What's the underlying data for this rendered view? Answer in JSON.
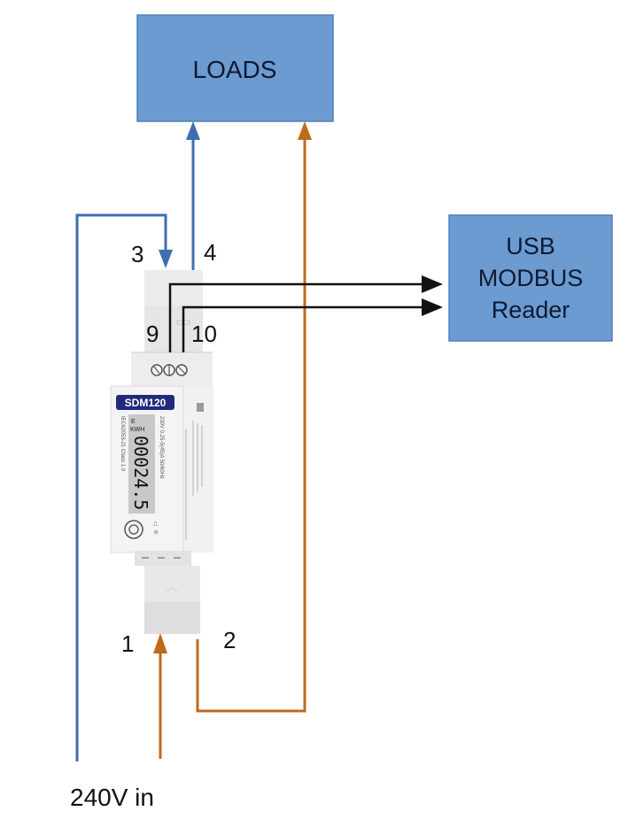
{
  "diagram": {
    "boxes": {
      "loads": {
        "lines": [
          "LOADS"
        ]
      },
      "reader": {
        "lines": [
          "USB",
          "MODBUS",
          "Reader"
        ]
      }
    },
    "terminals": {
      "t1": "1",
      "t2": "2",
      "t3": "3",
      "t4": "4",
      "t9": "9",
      "t10": "10"
    },
    "input_label": "240V in",
    "meter": {
      "model": "SDM120",
      "display_value": "00024.5",
      "display_unit": "KWH",
      "display_prefix": "E",
      "standard_text": "IEC62053-21 Class 1.0",
      "rating_text": "230V 0.25-5(45)A 50/60Hz",
      "pulse_label": "⎍"
    },
    "colors": {
      "box_fill": "#6b9bd1",
      "box_stroke": "#4f7fb8",
      "neutral_wire": "#3d6fb0",
      "live_wire": "#c06a1c",
      "data_wire": "#111111",
      "meter_badge": "#1f2a7a",
      "lcd": "#c8c8c8"
    }
  }
}
